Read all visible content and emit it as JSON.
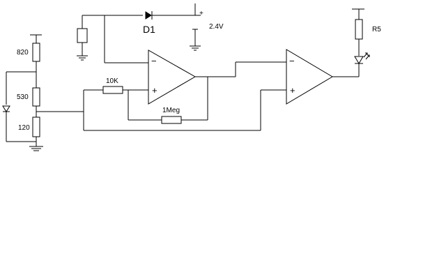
{
  "diagram": {
    "labels": {
      "r_top": "820",
      "r_mid": "530",
      "r_bot": "120",
      "r_input": "10K",
      "r_feedback": "1Meg",
      "diode": "D1",
      "battery": "2.4V",
      "r_led": "R5",
      "battery_plus": "+"
    },
    "opamp_signs": {
      "inverting": "−",
      "noninverting": "+"
    }
  }
}
